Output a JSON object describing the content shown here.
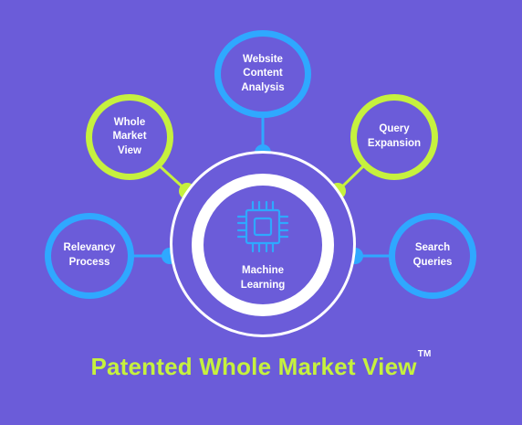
{
  "diagram": {
    "center": {
      "line1": "Machine",
      "line2": "Learning",
      "icon": "cpu-chip-icon"
    },
    "nodes": {
      "website_content_analysis": {
        "line1": "Website",
        "line2": "Content",
        "line3": "Analysis"
      },
      "whole_market_view": {
        "line1": "Whole",
        "line2": "Market",
        "line3": "View"
      },
      "query_expansion": {
        "line1": "Query",
        "line2": "Expansion"
      },
      "relevancy_process": {
        "line1": "Relevancy",
        "line2": "Process"
      },
      "search_queries": {
        "line1": "Search",
        "line2": "Queries"
      }
    },
    "title": "Patented Whole Market View",
    "trademark": "TM"
  },
  "colors": {
    "background": "#6B5CD9",
    "blue": "#2FA8FF",
    "green": "#C6F13E",
    "white": "#FFFFFF"
  }
}
